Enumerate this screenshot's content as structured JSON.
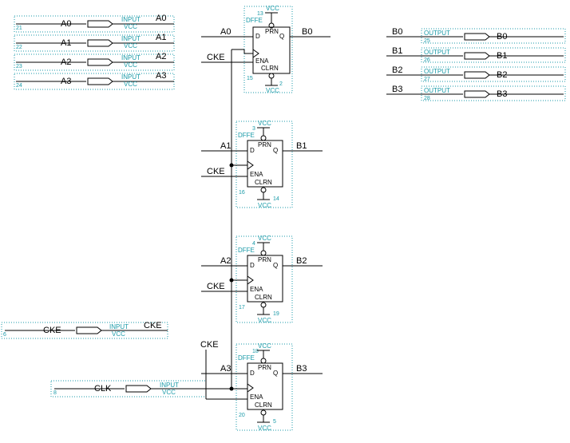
{
  "inputs": [
    {
      "id": "a0",
      "name": "A0",
      "pin": "21",
      "type": "INPUT",
      "power": "VCC"
    },
    {
      "id": "a1",
      "name": "A1",
      "pin": "22",
      "type": "INPUT",
      "power": "VCC"
    },
    {
      "id": "a2",
      "name": "A2",
      "pin": "23",
      "type": "INPUT",
      "power": "VCC"
    },
    {
      "id": "a3",
      "name": "A3",
      "pin": "24",
      "type": "INPUT",
      "power": "VCC"
    },
    {
      "id": "cke",
      "name": "CKE",
      "pin": "6",
      "type": "INPUT",
      "power": "VCC"
    },
    {
      "id": "clk",
      "name": "CLK",
      "pin": "8",
      "type": "INPUT",
      "power": "VCC"
    }
  ],
  "outputs": [
    {
      "id": "b0",
      "name": "B0",
      "pin": "25",
      "type": "OUTPUT"
    },
    {
      "id": "b1",
      "name": "B1",
      "pin": "26",
      "type": "OUTPUT"
    },
    {
      "id": "b2",
      "name": "B2",
      "pin": "27",
      "type": "OUTPUT"
    },
    {
      "id": "b3",
      "name": "B3",
      "pin": "28",
      "type": "OUTPUT"
    }
  ],
  "flipflops": [
    {
      "id": "ff0",
      "type": "DFFE",
      "d_net": "A0",
      "q_net": "B0",
      "ena_net": "CKE",
      "prn": "PRN",
      "clrn": "CLRN",
      "d": "D",
      "q": "Q",
      "ena": "ENA",
      "vcc": "VCC",
      "prn_pin": "13",
      "clrn_pin": "2",
      "inst": "15"
    },
    {
      "id": "ff1",
      "type": "DFFE",
      "d_net": "A1",
      "q_net": "B1",
      "ena_net": "CKE",
      "prn": "PRN",
      "clrn": "CLRN",
      "d": "D",
      "q": "Q",
      "ena": "ENA",
      "vcc": "VCC",
      "prn_pin": "3",
      "clrn_pin": "14",
      "inst": "16"
    },
    {
      "id": "ff2",
      "type": "DFFE",
      "d_net": "A2",
      "q_net": "B2",
      "ena_net": "CKE",
      "prn": "PRN",
      "clrn": "CLRN",
      "d": "D",
      "q": "Q",
      "ena": "ENA",
      "vcc": "VCC",
      "prn_pin": "4",
      "clrn_pin": "19",
      "inst": "17"
    },
    {
      "id": "ff3",
      "type": "DFFE",
      "d_net": "A3",
      "q_net": "B3",
      "ena_net": "CKE",
      "prn": "PRN",
      "clrn": "CLRN",
      "d": "D",
      "q": "Q",
      "ena": "ENA",
      "vcc": "VCC",
      "prn_pin": "18",
      "clrn_pin": "5",
      "inst": "20"
    }
  ],
  "extra_net_label": "CKE",
  "colors": {
    "wire": "#000000",
    "annotation": "#1a9aa8",
    "background": "#ffffff"
  }
}
